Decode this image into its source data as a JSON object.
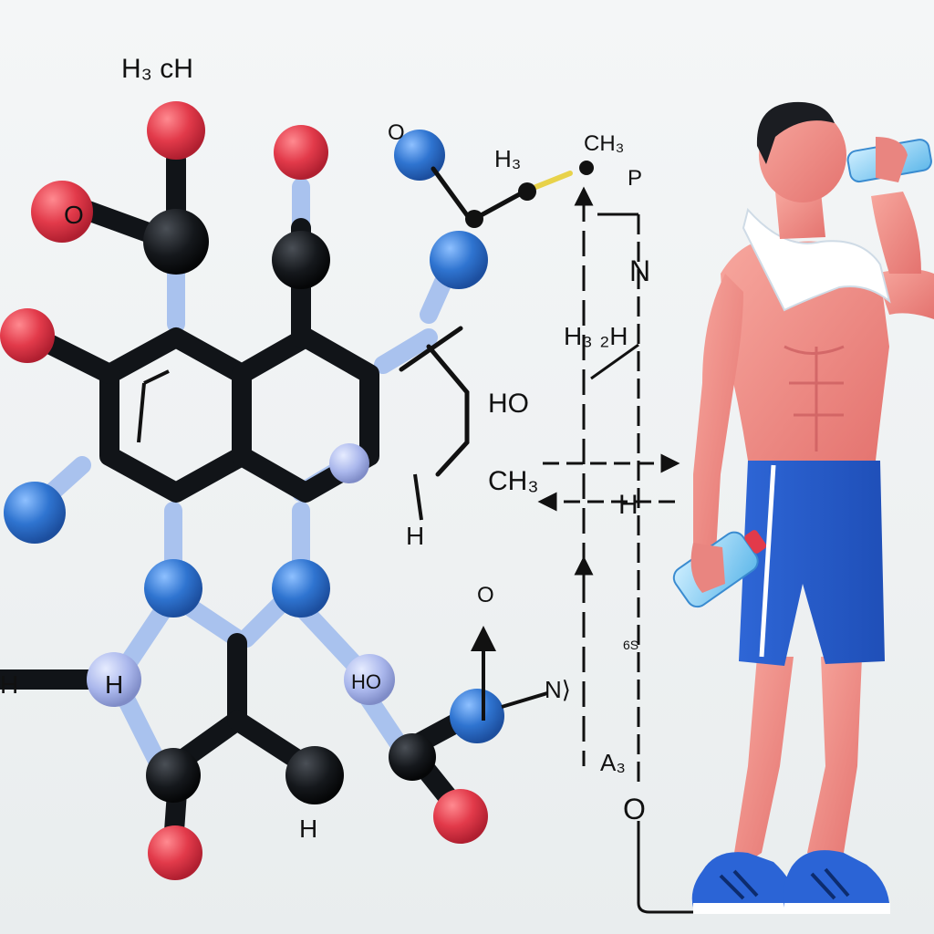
{
  "labels": {
    "h3ch_top": "H₃ cH",
    "o_left": "O",
    "o_top": "O",
    "h3_mid": "H₃",
    "ch3_top": "CH₃",
    "p": "P",
    "n": "N",
    "h32h": "H₃  ₂H",
    "ho": "HO",
    "ch3_mid": "CH₃",
    "h_arrow": "H",
    "h_ring": "H",
    "h_left": "H",
    "h_lower": "H",
    "ho_lower": "HO",
    "o_lower": "O",
    "n_lower": "N⟩",
    "sixs": "6S",
    "a3": "A₃",
    "o_bottom": "O"
  },
  "colors": {
    "oxygen": "#e23a4a",
    "nitrogen": "#2f74d0",
    "bond_dark": "#111418",
    "bond_light": "#a9c2ee",
    "shorts": "#2457c6",
    "skin": "#f08a86",
    "towel": "#ffffff",
    "shoes": "#2b64d6",
    "bottle": "#8fd3f4"
  },
  "icons": [
    "molecule-illustration",
    "athlete-figure",
    "water-bottle-icon",
    "towel-icon",
    "sneaker-icon"
  ]
}
